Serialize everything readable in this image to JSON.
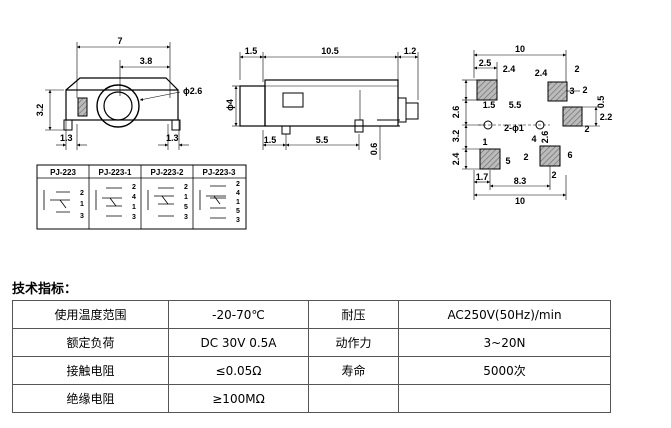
{
  "drawing": {
    "side_view": {
      "width": "7",
      "offset": "3.8",
      "height": "3.2",
      "hole": "ϕ2.6",
      "pin_left": "1.3",
      "pin_right": "1.3"
    },
    "front_view": {
      "left": "1.5",
      "length": "10.5",
      "right": "1.2",
      "diameter": "ϕ4",
      "pin_offset": "1.5",
      "pin_pitch": "5.5",
      "pin_thickness": "0.6"
    },
    "footprint": {
      "top_width": "10",
      "bottom_width": "10",
      "d_2_5": "2.5",
      "d_2_4_a": "2.4",
      "d_2_4_b": "2.4",
      "d_2_top": "2",
      "d_2_right": "2",
      "d_1_5": "1.5",
      "d_5_5": "5.5",
      "d_2_6_left": "2.6",
      "d_0_5": "0.5",
      "d_2_2": "2.2",
      "hole_label": "2-ϕ1",
      "d_3_2": "3.2",
      "d_2_6_mid": "2.6",
      "d_2_4_left": "2.4",
      "d_2_mid": "2",
      "d_6": "6",
      "d_2_low": "2",
      "d_1_7": "1.7",
      "d_8_3": "8.3",
      "pad_3": "3",
      "pad_2": "2",
      "pad_1": "1",
      "pad_4": "4",
      "pad_5": "5"
    },
    "schematics": [
      {
        "name": "PJ-223",
        "pins": [
          "2",
          "1",
          "3"
        ]
      },
      {
        "name": "PJ-223-1",
        "pins": [
          "2",
          "4",
          "1",
          "3"
        ]
      },
      {
        "name": "PJ-223-2",
        "pins": [
          "2",
          "1",
          "5",
          "3"
        ]
      },
      {
        "name": "PJ-223-3",
        "pins": [
          "2",
          "4",
          "1",
          "5",
          "3"
        ]
      }
    ]
  },
  "section_title": "技术指标：",
  "specs": [
    [
      "使用温度范围",
      "-20-70℃",
      "耐压",
      "AC250V(50Hz)/min"
    ],
    [
      "额定负荷",
      "DC 30V 0.5A",
      "动作力",
      "3~20N"
    ],
    [
      "接触电阻",
      "≤0.05Ω",
      "寿命",
      "5000次"
    ],
    [
      "绝缘电阻",
      "≥100MΩ",
      "",
      ""
    ]
  ]
}
